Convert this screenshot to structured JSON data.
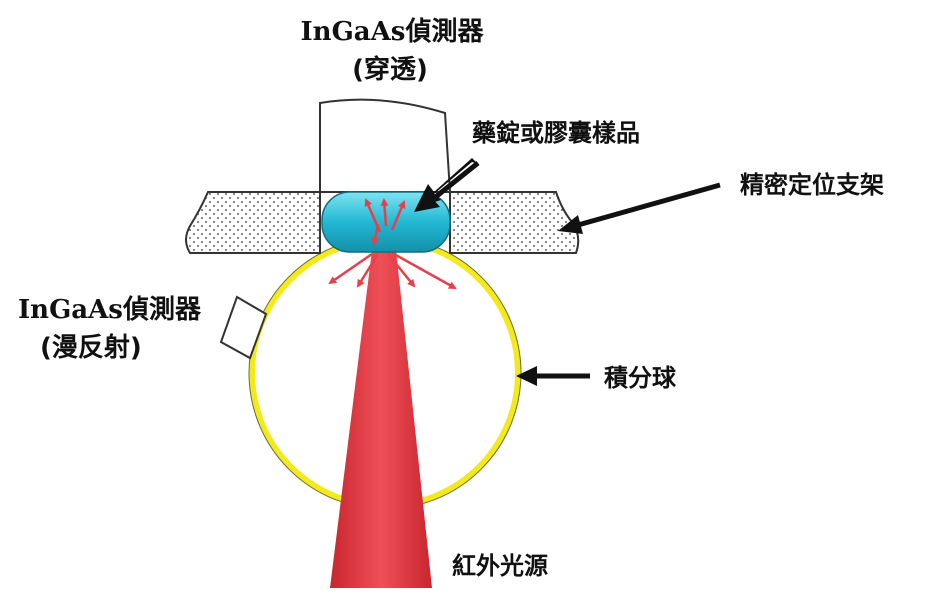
{
  "labels": {
    "detector_top_name": "InGaAs",
    "detector_top_suffix": "偵測器",
    "detector_top_mode": "(穿透)",
    "detector_left_name": "InGaAs",
    "detector_left_suffix": "偵測器",
    "detector_left_mode": "(漫反射)",
    "sample": "藥錠或膠囊樣品",
    "holder": "精密定位支架",
    "sphere": "積分球",
    "source": "紅外光源"
  },
  "colors": {
    "beam": "#e8404a",
    "sphere_rim": "#f2ea1a",
    "sample": "#22b8d4",
    "arrow": "#111111"
  }
}
